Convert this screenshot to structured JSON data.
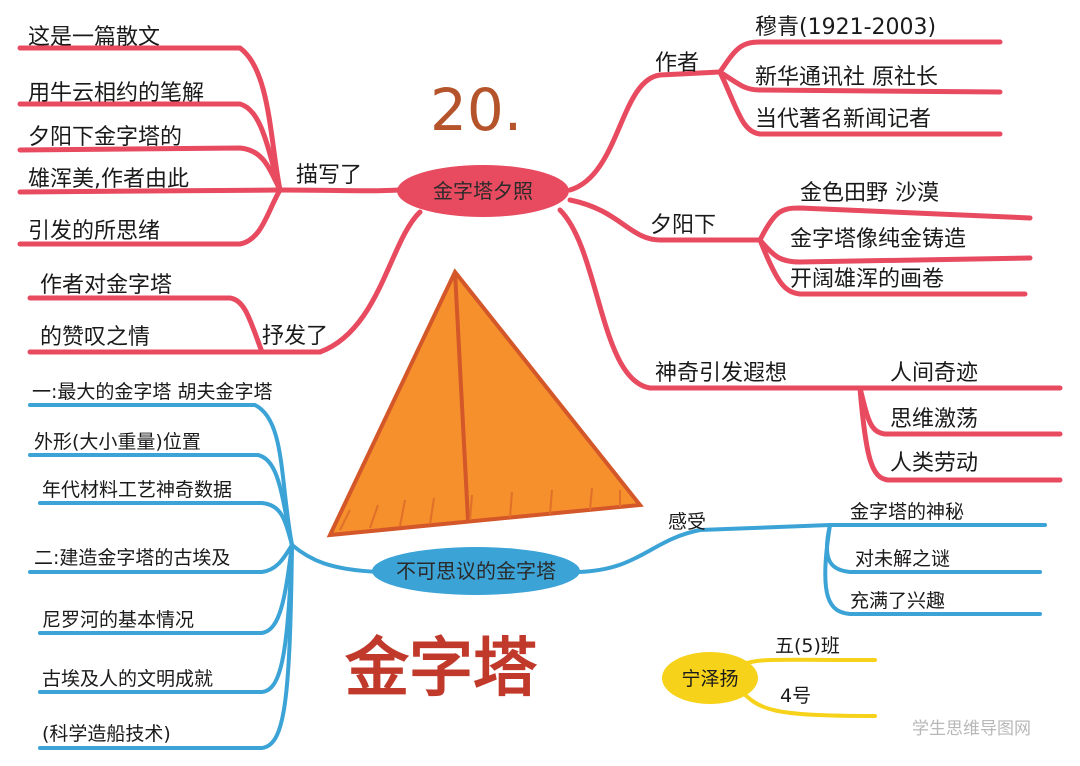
{
  "number": "20.",
  "title": "金字塔",
  "watermark": "学生思维导图网",
  "top_hub": {
    "label": "金字塔夕照",
    "color": "#e84a5f",
    "left": {
      "branches": [
        {
          "label": "描写了",
          "items": [
            "这是一篇散文",
            "用牛云相约的笔解",
            "夕阳下金字塔的",
            "雄浑美,作者由此",
            "引发的所思绪"
          ]
        },
        {
          "label": "抒发了",
          "items": [
            "作者对金字塔",
            "的赞叹之情"
          ]
        }
      ]
    },
    "right": {
      "branches": [
        {
          "label": "作者",
          "items": [
            "穆青(1921-2003)",
            "新华通讯社 原社长",
            "当代著名新闻记者"
          ]
        },
        {
          "label": "夕阳下",
          "items": [
            "金色田野 沙漠",
            "金字塔像纯金铸造",
            "开阔雄浑的画卷"
          ]
        },
        {
          "label": "神奇引发遐想",
          "items": [
            "人间奇迹",
            "思维激荡",
            "人类劳动"
          ]
        }
      ]
    }
  },
  "bottom_hub": {
    "label": "不可思议的金字塔",
    "color": "#3ba3d6",
    "left_items": [
      "一:最大的金字塔 胡夫金字塔",
      "外形(大小重量)位置",
      "年代材料工艺神奇数据",
      "二:建造金字塔的古埃及",
      "尼罗河的基本情况",
      "古埃及人的文明成就",
      "(科学造船技术)"
    ],
    "right_branch": {
      "label": "感受",
      "items": [
        "金字塔的神秘",
        "对未解之谜",
        "充满了兴趣"
      ]
    }
  },
  "author_tag": {
    "name": "宁泽扬",
    "class": "五(5)班",
    "number": "4号",
    "color": "#f7d21b"
  },
  "pyramid_colors": {
    "fill": "#f5902c",
    "edge": "#d4572a"
  }
}
